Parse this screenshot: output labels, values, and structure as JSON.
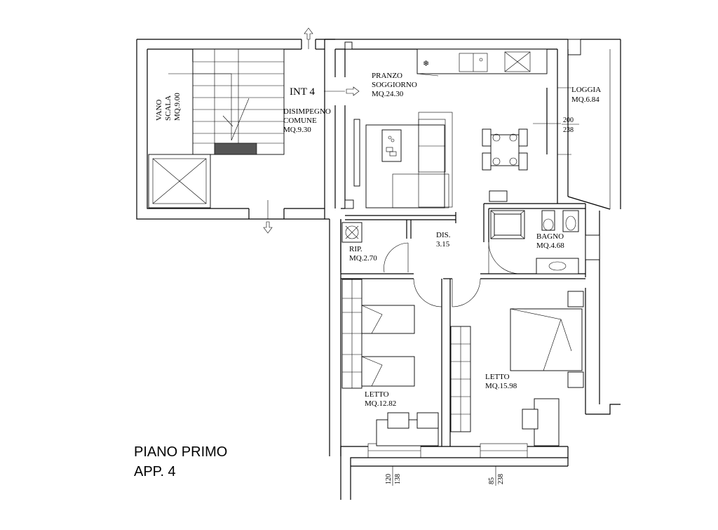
{
  "plan": {
    "title_line1": "PIANO PRIMO",
    "title_line2": "APP.  4",
    "stair": {
      "line1": "VANO",
      "line2": "SCALA",
      "line3": "MQ.9.00"
    },
    "landing": {
      "line1": "DISIMPEGNO",
      "line2": "COMUNE",
      "line3": "MQ.9.30"
    },
    "unit_label": "INT  4",
    "living": {
      "line1": "PRANZO",
      "line2": "SOGGIORNO",
      "line3": "MQ.24.30"
    },
    "loggia": {
      "line1": "LOGGIA",
      "line2": "MQ.6.84"
    },
    "loggia_dim": {
      "top": "200",
      "bottom": "238"
    },
    "storage": {
      "line1": "RIP.",
      "line2": "MQ.2.70"
    },
    "hall": {
      "line1": "DIS.",
      "line2": "3.15"
    },
    "bath": {
      "line1": "BAGNO",
      "line2": "MQ.4.68"
    },
    "bed1": {
      "line1": "LETTO",
      "line2": "MQ.12.82"
    },
    "bed2": {
      "line1": "LETTO",
      "line2": "MQ.15.98"
    },
    "win1_dim": {
      "top": "120",
      "bottom": "138"
    },
    "win2_dim": {
      "top": "85",
      "bottom": "238"
    }
  }
}
